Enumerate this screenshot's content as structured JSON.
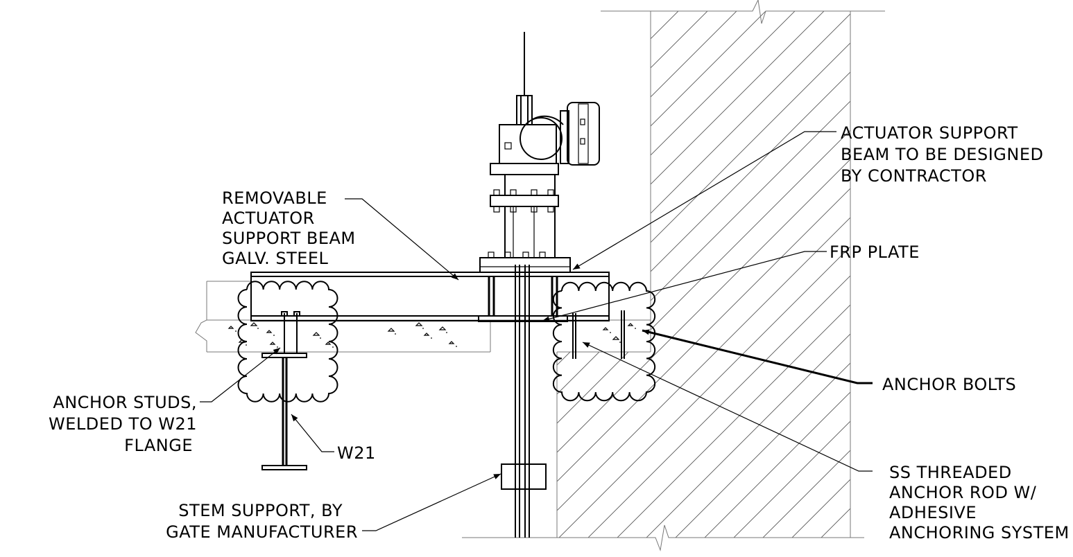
{
  "labels": {
    "removable_beam": [
      "REMOVABLE",
      "ACTUATOR",
      "SUPPORT BEAM",
      "GALV. STEEL"
    ],
    "actuator_support": [
      "ACTUATOR SUPPORT",
      "BEAM TO BE DESIGNED",
      "BY CONTRACTOR"
    ],
    "frp_plate": [
      "FRP PLATE"
    ],
    "anchor_bolts": [
      "ANCHOR BOLTS"
    ],
    "anchor_studs": [
      "ANCHOR STUDS,",
      "WELDED TO W21",
      "FLANGE"
    ],
    "w21": [
      "W21"
    ],
    "ss_rod": [
      "SS THREADED",
      "ANCHOR ROD W/",
      "ADHESIVE",
      "ANCHORING SYSTEM"
    ],
    "stem_support": [
      "STEM SUPPORT, BY",
      "GATE MANUFACTURER"
    ]
  },
  "colors": {
    "line": "#000000",
    "hatch": "#555555",
    "background": "#ffffff"
  }
}
